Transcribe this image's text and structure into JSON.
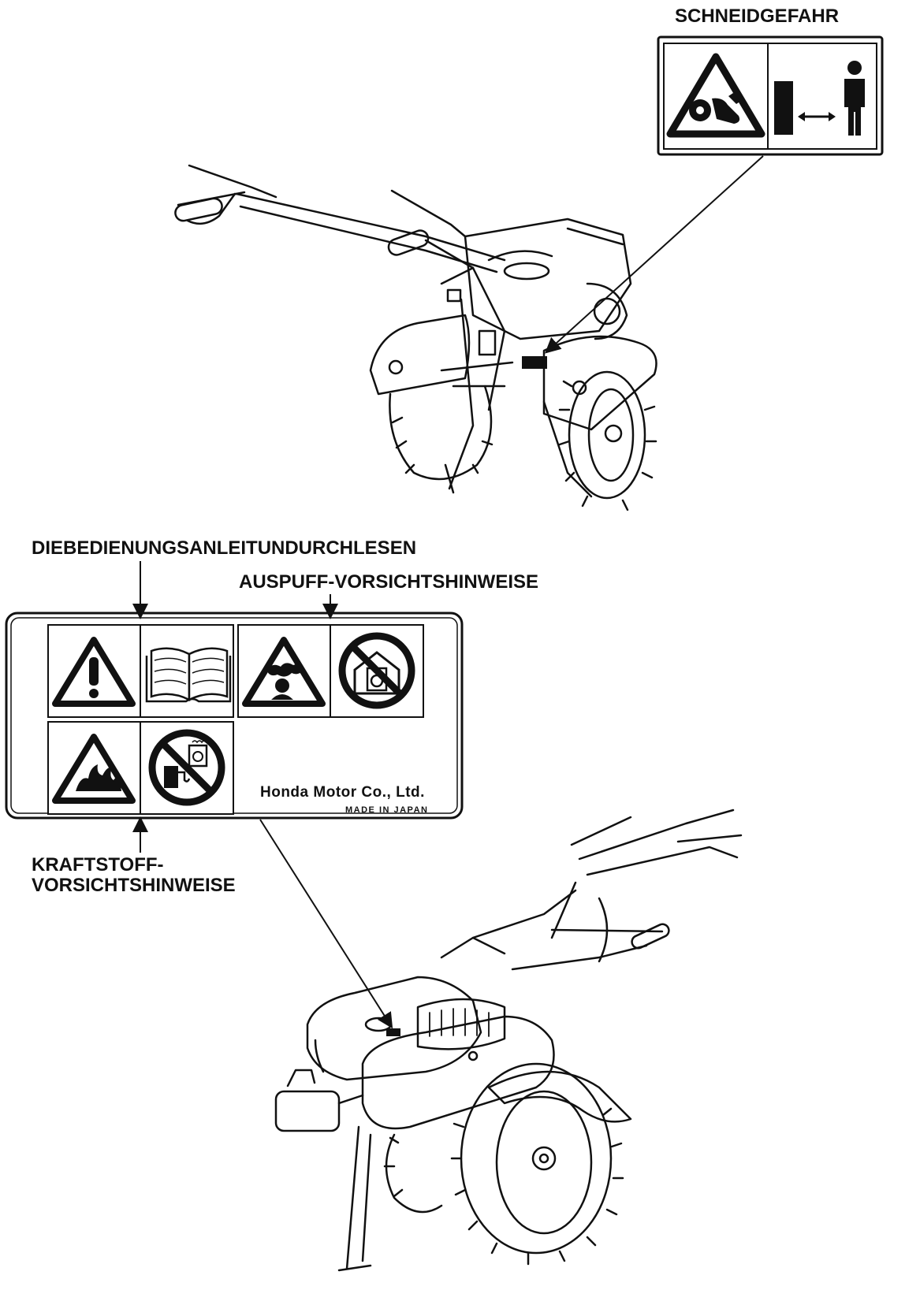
{
  "labels": {
    "cutting_hazard": "SCHNEIDGEFAHR",
    "read_manual": "DIEBEDIENUNGSANLEITUNDURCHLESEN",
    "exhaust": "AUSPUFF-VORSICHTSHINWEISE",
    "fuel_line1": "KRAFTSTOFF-",
    "fuel_line2": "VORSICHTSHINWEISE"
  },
  "decal": {
    "maker": "Honda Motor Co., Ltd.",
    "origin": "MADE IN JAPAN"
  },
  "icons": {
    "top_decal": [
      "rotating-blade-warning-icon",
      "keep-distance-icon"
    ],
    "main_decal": [
      "warning-exclamation-icon",
      "read-manual-book-icon",
      "exhaust-fumes-warning-icon",
      "no-enclosed-area-icon",
      "fire-warning-icon",
      "no-refuel-running-icon"
    ]
  },
  "colors": {
    "ink": "#111111",
    "paper": "#ffffff"
  }
}
